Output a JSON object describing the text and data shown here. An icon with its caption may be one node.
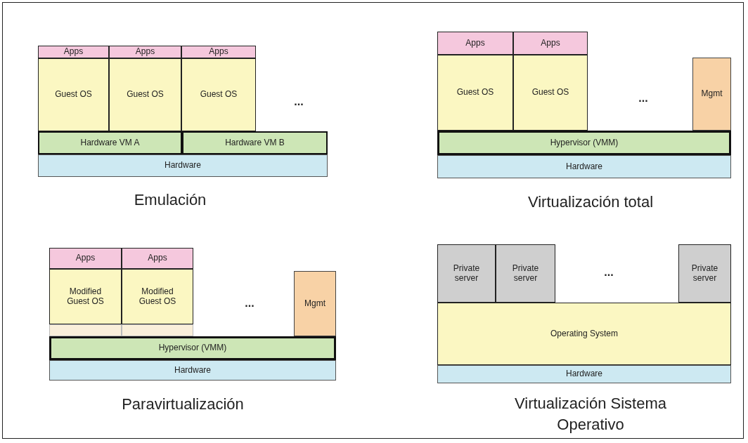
{
  "diagram": {
    "nodes": [
      {
        "text": [
          "Apps"
        ]
      },
      {
        "text": [
          "Apps"
        ]
      },
      {
        "text": [
          "Apps"
        ]
      },
      {
        "text": [
          "Guest OS"
        ]
      },
      {
        "text": [
          "Guest OS"
        ]
      },
      {
        "text": [
          "Guest OS"
        ]
      },
      {
        "text": [
          "Hardware VM A"
        ]
      },
      {
        "text": [
          "Hardware VM B"
        ]
      },
      {
        "text": [
          "Hardware"
        ]
      },
      {
        "text": [
          "Apps"
        ]
      },
      {
        "text": [
          "Apps"
        ]
      },
      {
        "text": [
          "Guest OS"
        ]
      },
      {
        "text": [
          "Guest OS"
        ]
      },
      {
        "text": [
          "Mgmt"
        ]
      },
      {
        "text": [
          "Hypervisor (VMM)"
        ]
      },
      {
        "text": [
          "Hardware"
        ]
      },
      {
        "text": [
          "Apps"
        ]
      },
      {
        "text": [
          "Apps"
        ]
      },
      {
        "text": [
          "Modified Guest OS"
        ]
      },
      {
        "text": [
          "Modified Guest OS"
        ]
      },
      {
        "text": [],
        "shape": "box"
      },
      {
        "text": [],
        "shape": "box"
      },
      {
        "text": [
          "Mgmt"
        ]
      },
      {
        "text": [
          "Hypervisor (VMM)"
        ]
      },
      {
        "text": [
          "Hardware"
        ]
      },
      {
        "text": [
          "Private server"
        ]
      },
      {
        "text": [
          "Private server"
        ]
      },
      {
        "text": [
          "Private server"
        ]
      },
      {
        "text": [
          "Operating System"
        ]
      },
      {
        "text": [
          "Hardware"
        ]
      }
    ],
    "labels": [
      "...",
      "...",
      "Emulación",
      "Virtualización total",
      "...",
      "...",
      "Paravirtualización",
      "Virtualización Sistema Operativo"
    ]
  }
}
